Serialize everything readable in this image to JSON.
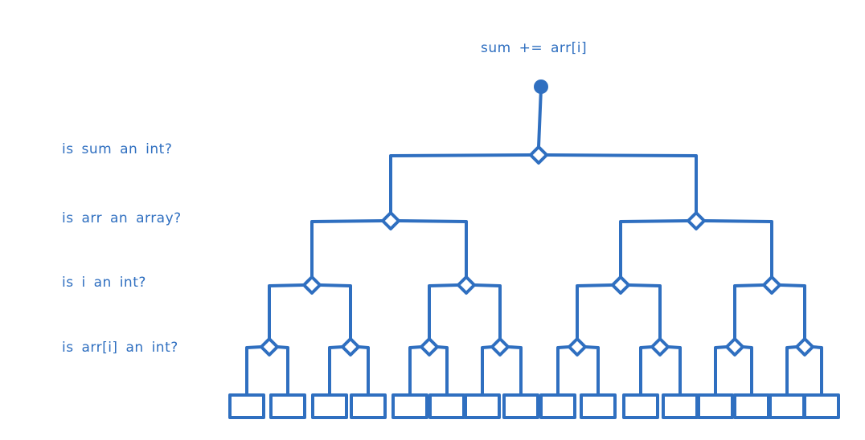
{
  "diagram": {
    "title": "sum += arr[i]",
    "levels": [
      {
        "question": "is sum an int?"
      },
      {
        "question": "is arr an array?"
      },
      {
        "question": "is i an int?"
      },
      {
        "question": "is arr[i] an int?"
      }
    ],
    "leaf_count": 16,
    "color": "#2f6fc0"
  }
}
